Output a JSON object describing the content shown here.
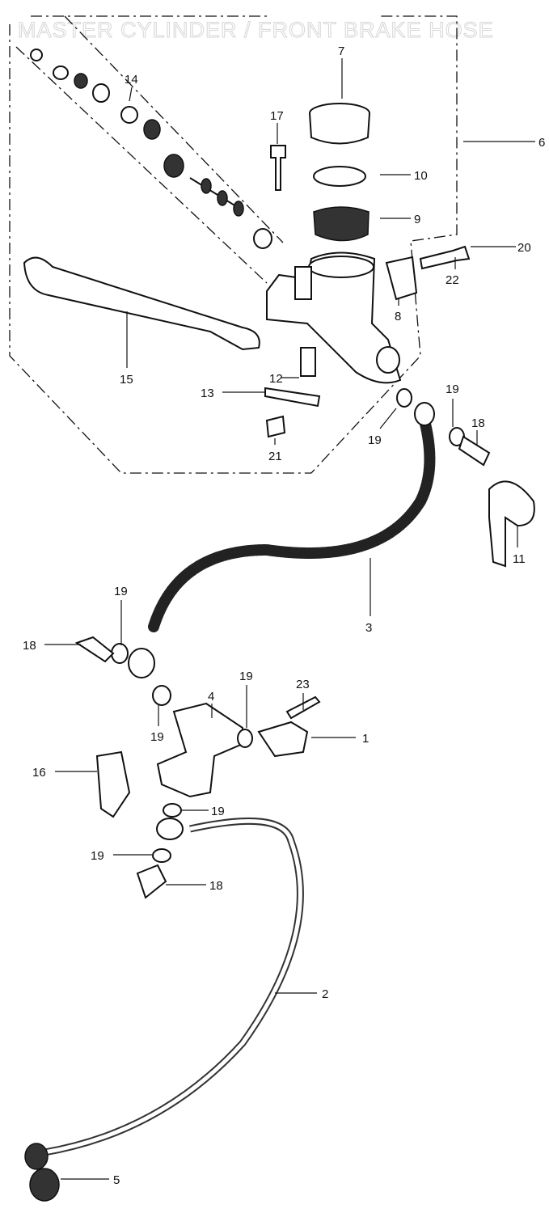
{
  "title": "MASTER CYLINDER / FRONT BRAKE HOSE",
  "callouts": [
    "14",
    "7",
    "17",
    "6",
    "10",
    "9",
    "20",
    "22",
    "8",
    "15",
    "12",
    "13",
    "21",
    "19",
    "19",
    "18",
    "11",
    "3",
    "19",
    "18",
    "23",
    "4",
    "19",
    "1",
    "19",
    "16",
    "19",
    "19",
    "18",
    "2",
    "5"
  ]
}
